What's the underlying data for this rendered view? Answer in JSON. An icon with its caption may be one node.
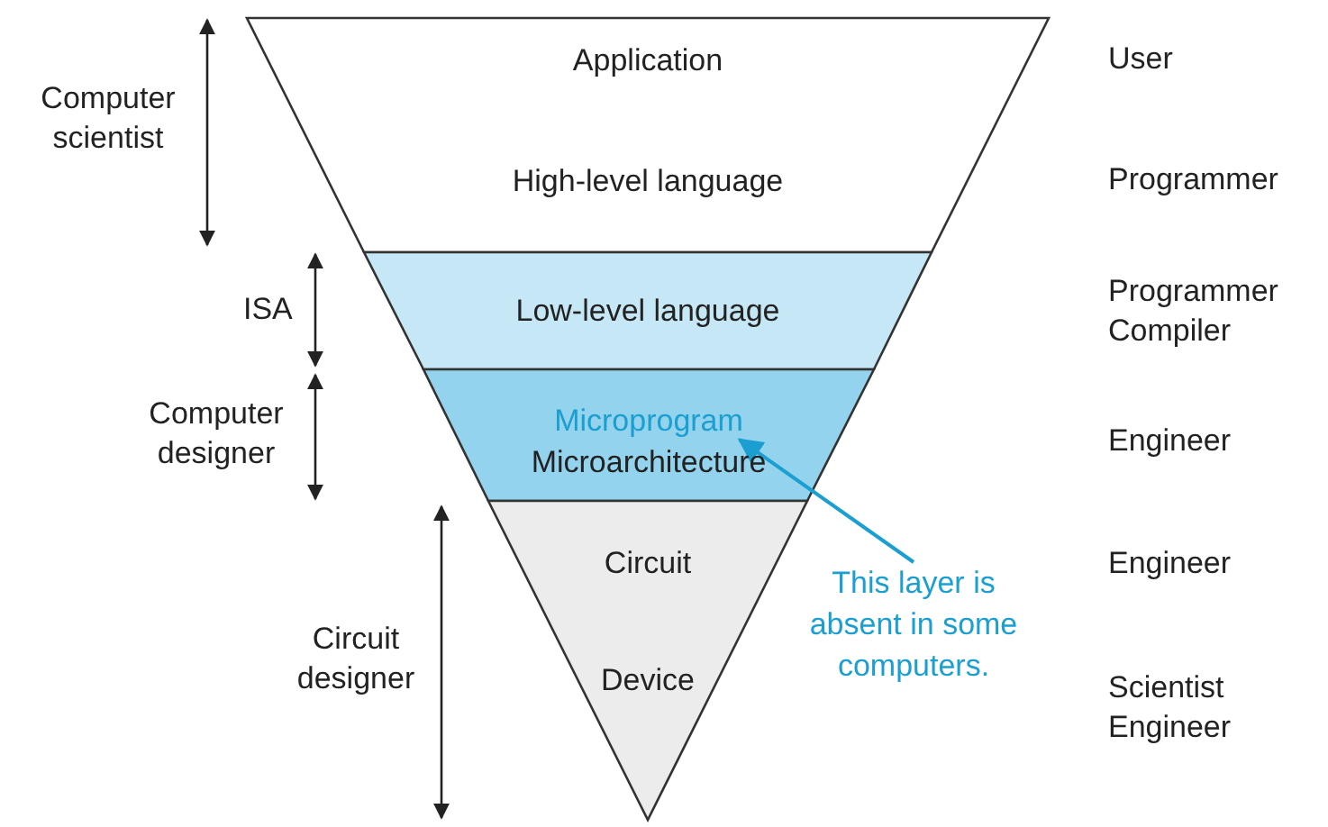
{
  "diagram": {
    "nodes": [
      {
        "text": [
          "Application",
          "High-level language"
        ]
      },
      {
        "text": [
          "Low-level language"
        ]
      },
      {
        "text": [
          "Microarchitecture"
        ]
      },
      {
        "text": [
          "Microprogram"
        ],
        "in": 2
      },
      {
        "text": [
          "Circuit",
          "Device"
        ]
      },
      {
        "text": [
          "This layer is absent in some computers."
        ]
      }
    ],
    "edges": [
      {
        "from": 5,
        "to": 3,
        "arrow": "to",
        "color": "#1a9fd0"
      }
    ],
    "labels": [
      "Computer scientist",
      "ISA",
      "Computer designer",
      "Circuit designer",
      "User",
      "Programmer",
      "Programmer Compiler",
      "Engineer",
      "Engineer",
      "Scientist Engineer"
    ]
  }
}
